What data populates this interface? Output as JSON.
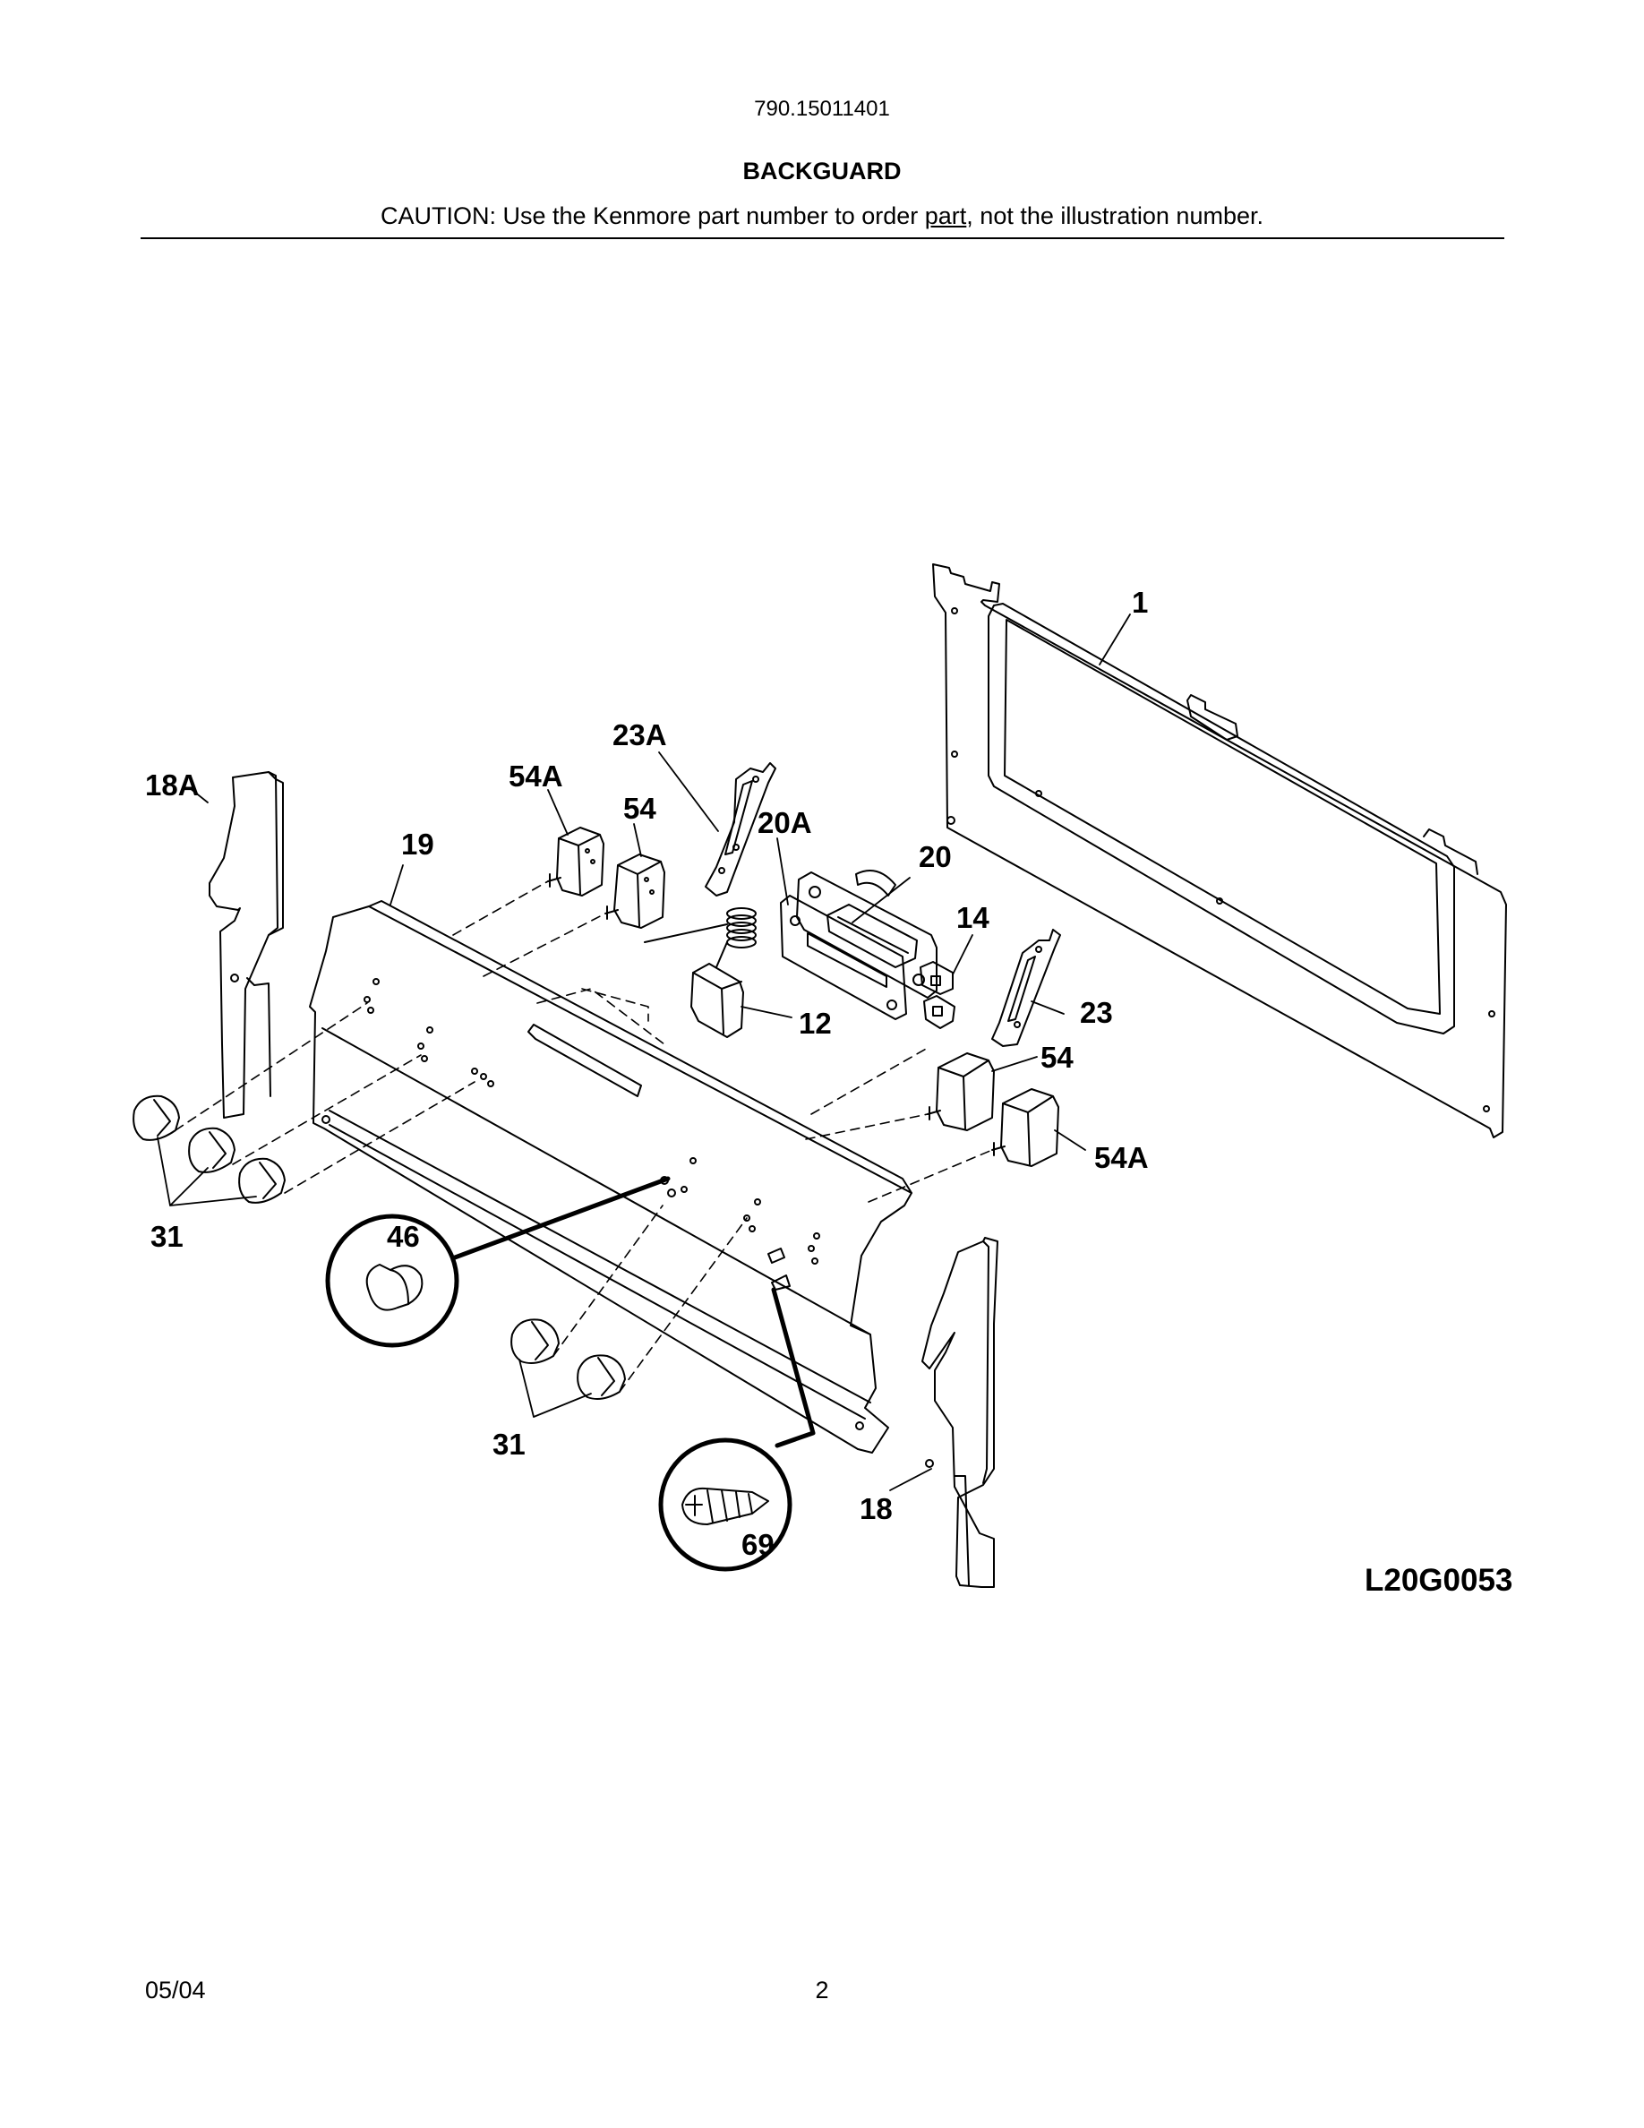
{
  "header": {
    "model_number": "790.15011401",
    "title": "BACKGUARD",
    "caution_pre": "CAUTION: Use the Kenmore part number to order ",
    "caution_underlined": "part",
    "caution_post": ", not the illustration number."
  },
  "diagram": {
    "callouts": {
      "c1": "1",
      "c23a": "23A",
      "c18a": "18A",
      "c54a_top": "54A",
      "c54_top": "54",
      "c20a": "20A",
      "c19": "19",
      "c20": "20",
      "c14": "14",
      "c23": "23",
      "c12": "12",
      "c54_right": "54",
      "c54a_right": "54A",
      "c31_left": "31",
      "c46": "46",
      "c31_bottom": "31",
      "c18": "18",
      "c69": "69"
    },
    "drawing_code": "L20G0053"
  },
  "footer": {
    "date": "05/04",
    "page": "2"
  }
}
